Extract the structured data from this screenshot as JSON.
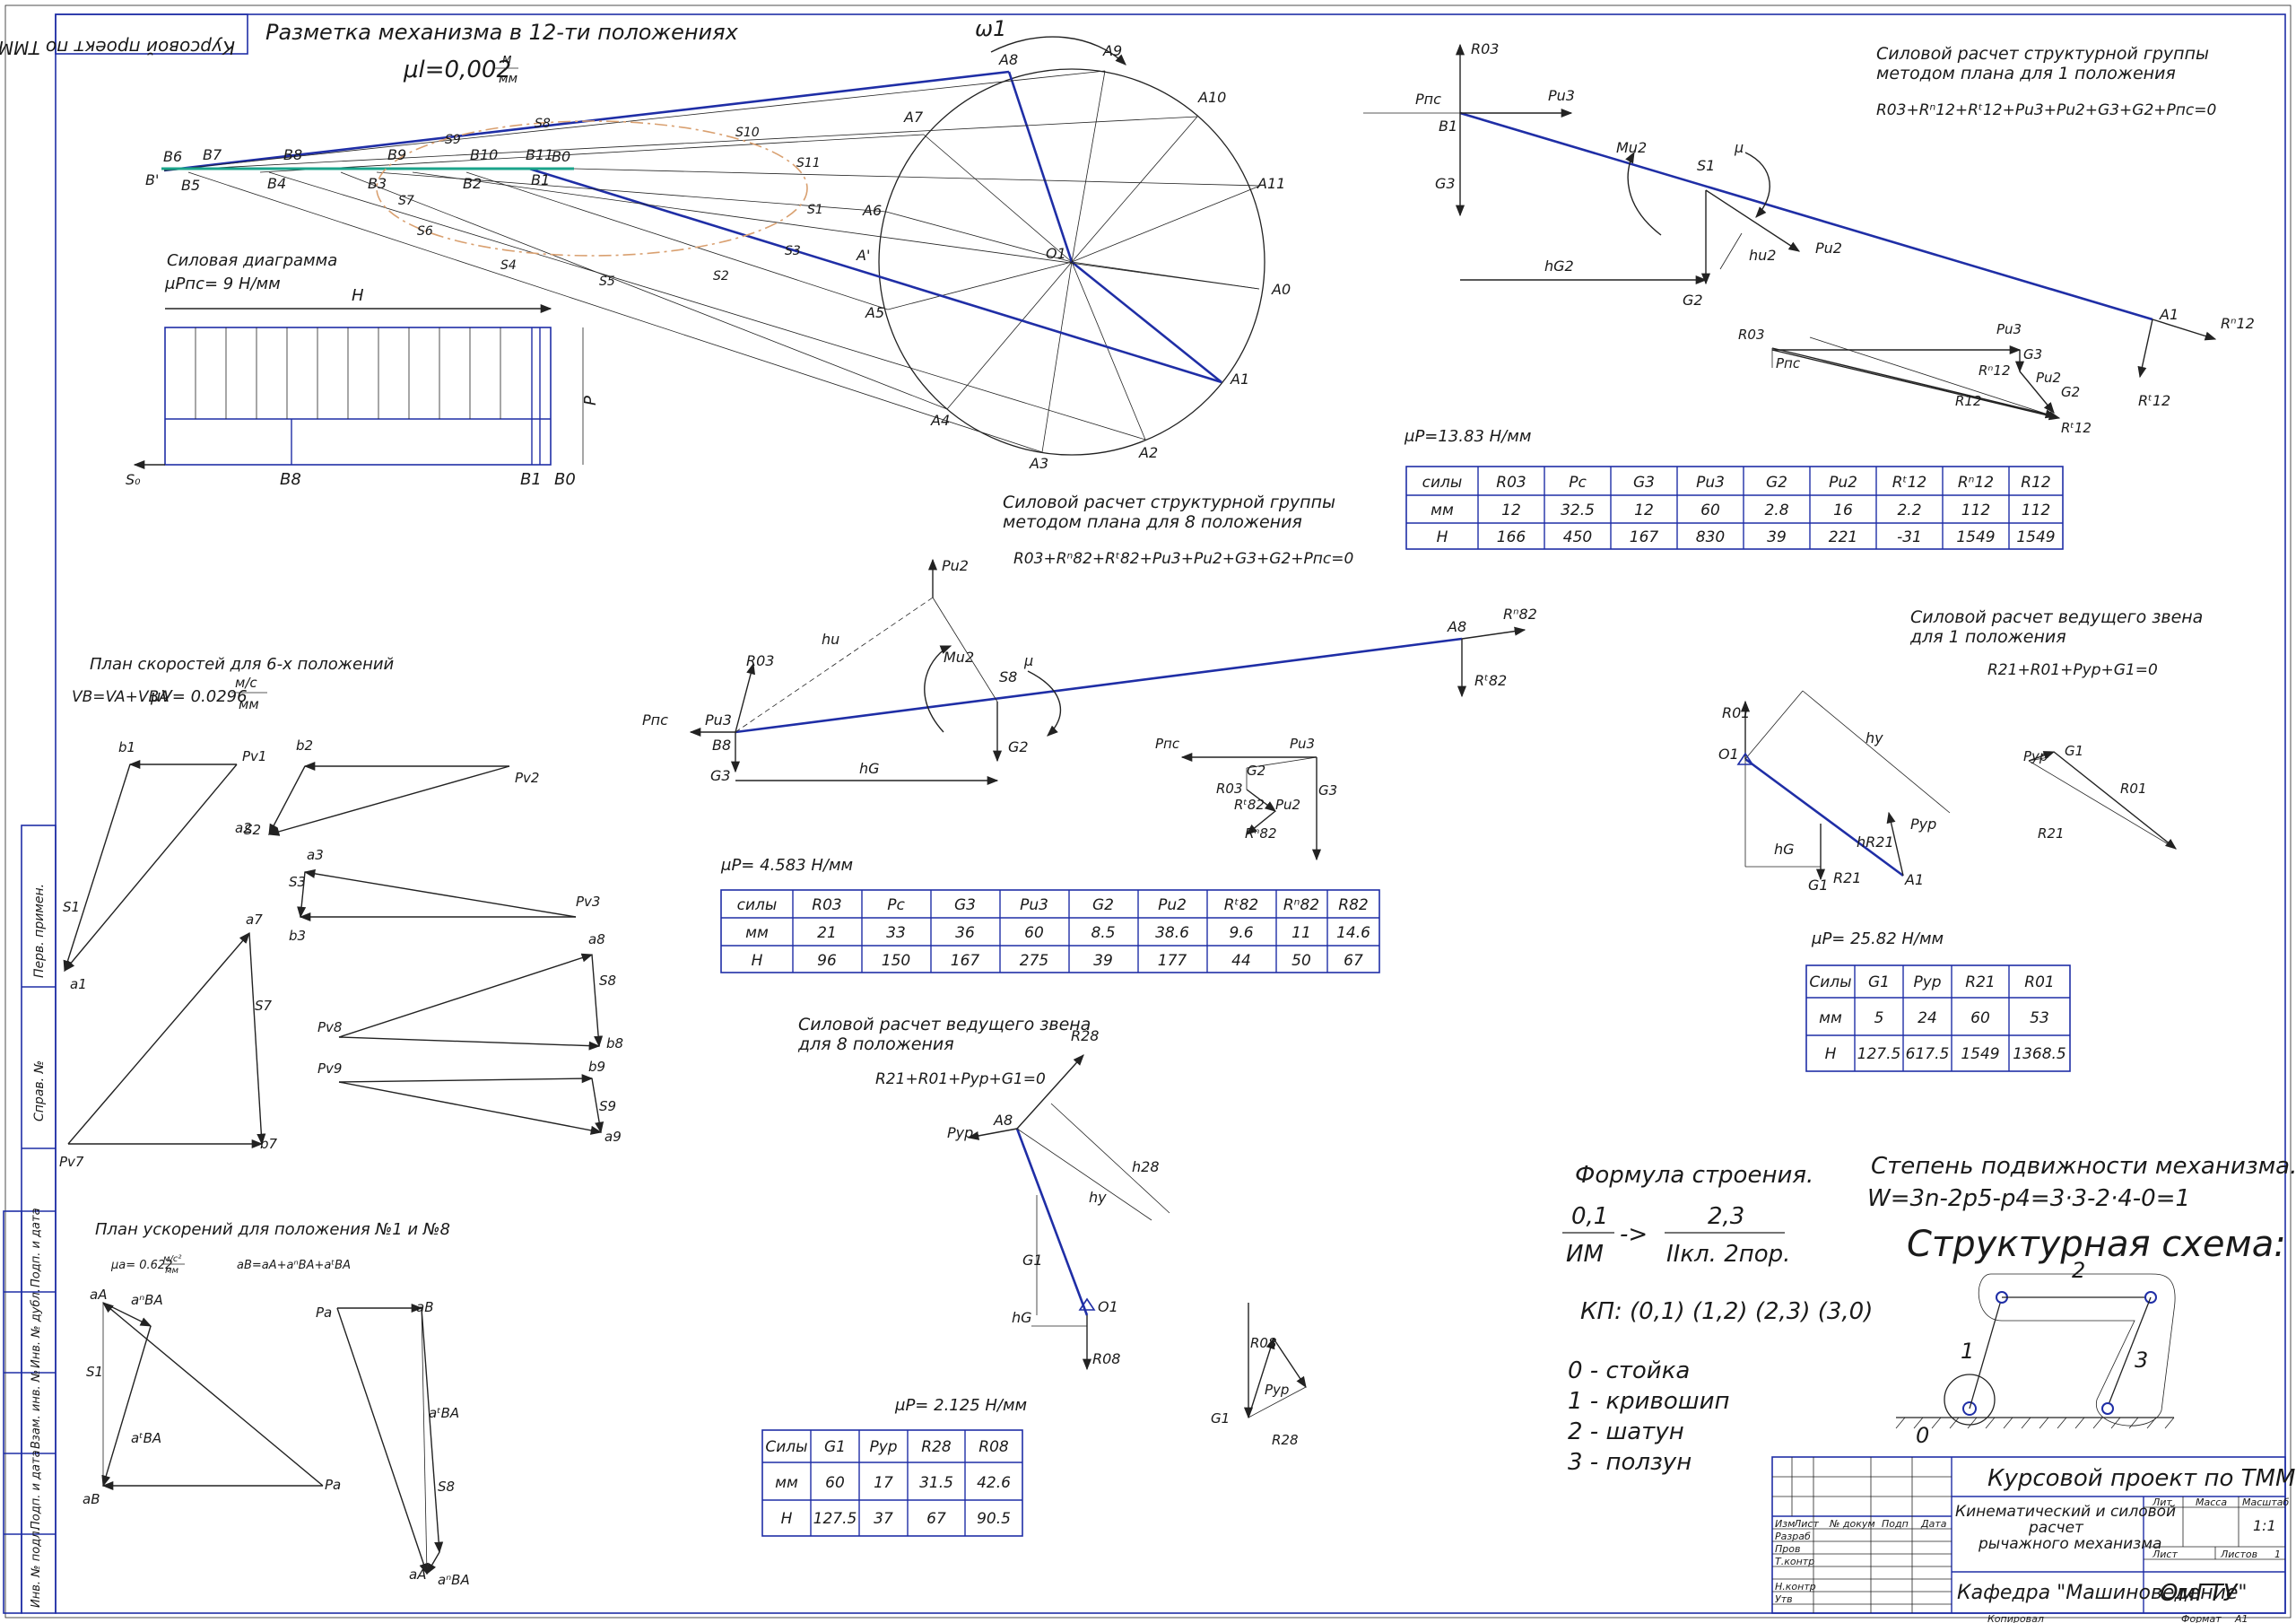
{
  "header": {
    "stamp": "Курсовой проект по ТММ",
    "layout_title": "Разметка механизма в 12-ти положениях",
    "layout_scale": "μl=0,002",
    "layout_scale_unit_num": "м",
    "layout_scale_unit_den": "мм",
    "omega_label": "ω1"
  },
  "mechanism": {
    "a_points": [
      "A0",
      "A1",
      "A2",
      "A3",
      "A4",
      "A5",
      "A6",
      "A7",
      "A8",
      "A9",
      "A10",
      "A11"
    ],
    "center": "O1",
    "a_prime": "A'",
    "b_points": [
      "B0",
      "B1",
      "B2",
      "B3",
      "B4",
      "B5",
      "B6",
      "B7",
      "B8",
      "B9",
      "B10",
      "B11",
      "B'"
    ],
    "s_points": [
      "S1",
      "S2",
      "S3",
      "S4",
      "S5",
      "S6",
      "S7",
      "S8",
      "S9",
      "S10",
      "S11"
    ]
  },
  "force_diagram": {
    "title": "Силовая диаграмма",
    "scale": "μPпс= 9 Н/мм",
    "h_label": "H",
    "p_label": "P",
    "s_label": "S₀",
    "ticks": [
      "B8",
      "B1",
      "B0"
    ]
  },
  "velocity_plan": {
    "title": "План скоростей для 6-х положений",
    "formula": "VB=VA+VBA",
    "scale": "μV= 0.0296",
    "scale_unit_num": "м/с",
    "scale_unit_den": "мм",
    "labels": [
      "b1",
      "Pv1",
      "b2",
      "Pv2",
      "S2",
      "a2",
      "a3",
      "S3",
      "Pv3",
      "b3",
      "a7",
      "S7",
      "b7",
      "Pv7",
      "a8",
      "S8",
      "b8",
      "Pv8",
      "b9",
      "Pv9",
      "S9",
      "a9",
      "S1",
      "a1"
    ]
  },
  "accel_plan": {
    "title": "План ускорений для положения №1 и №8",
    "scale": "μa= 0.622",
    "scale_unit_num": "м/с²",
    "scale_unit_den": "мм",
    "formula": "aB=aA+aⁿBA+aᵗBA",
    "labels": [
      "aA",
      "aⁿBA",
      "S1",
      "aᵗBA",
      "aB",
      "Pa",
      "Pa",
      "aB",
      "aᵗBA",
      "S8",
      "aA",
      "aⁿBA"
    ]
  },
  "group8": {
    "title_line1": "Силовой расчет структурной группы",
    "title_line2": "методом плана для 8 положения",
    "equation": "R03+Rⁿ82+Rᵗ82+Pu3+Pu2+G3+G2+Pпс=0",
    "labels": [
      "Pu2",
      "hu",
      "R03",
      "Mu2",
      "μ",
      "S8",
      "A8",
      "Rⁿ82",
      "Rᵗ82",
      "Pпс",
      "Pu3",
      "B8",
      "G3",
      "hG",
      "G2"
    ],
    "plan_labels": [
      "Pпс",
      "Pu3",
      "G2",
      "R03",
      "Rᵗ82",
      "Rⁿ82",
      "Pu2",
      "G3"
    ],
    "scale": "μP= 4.583 Н/мм"
  },
  "table8": {
    "headers": [
      "силы",
      "R03",
      "Pс",
      "G3",
      "Pu3",
      "G2",
      "Pu2",
      "Rᵗ82",
      "Rⁿ82",
      "R82"
    ],
    "rows": [
      [
        "мм",
        "21",
        "33",
        "36",
        "60",
        "8.5",
        "38.6",
        "9.6",
        "11",
        "14.6"
      ],
      [
        "Н",
        "96",
        "150",
        "167",
        "275",
        "39",
        "177",
        "44",
        "50",
        "67"
      ]
    ]
  },
  "lead8": {
    "title_line1": "Силовой расчет ведущего звена",
    "title_line2": "для 8 положения",
    "equation": "R21+R01+Pур+G1=0",
    "labels": [
      "R28",
      "Pур",
      "A8",
      "h28",
      "hy",
      "G1",
      "hG",
      "O1",
      "R08"
    ],
    "plan_labels": [
      "R08",
      "Pур",
      "G1",
      "R28"
    ],
    "scale": "μP= 2.125  Н/мм"
  },
  "table_lead8": {
    "headers": [
      "Силы",
      "G1",
      "Pур",
      "R28",
      "R08"
    ],
    "rows": [
      [
        "мм",
        "60",
        "17",
        "31.5",
        "42.6"
      ],
      [
        "Н",
        "127.5",
        "37",
        "67",
        "90.5"
      ]
    ]
  },
  "group1": {
    "title_line1": "Силовой расчет структурной группы",
    "title_line2": "методом плана для 1 положения",
    "equation": "R03+Rⁿ12+Rᵗ12+Pu3+Pu2+G3+G2+Pпс=0",
    "labels": [
      "R03",
      "Pпс",
      "Pu3",
      "B1",
      "G3",
      "Mu2",
      "μ",
      "S1",
      "hG2",
      "hu2",
      "Pu2",
      "G2",
      "A1",
      "Rⁿ12",
      "Rᵗ12"
    ],
    "plan_labels": [
      "R03",
      "Pпс",
      "Pu3",
      "Rⁿ12",
      "G3",
      "Pu2",
      "G2",
      "R12",
      "Rᵗ12"
    ],
    "scale": "μP=13.83 Н/мм"
  },
  "table1": {
    "headers": [
      "силы",
      "R03",
      "Pс",
      "G3",
      "Pu3",
      "G2",
      "Pu2",
      "Rᵗ12",
      "Rⁿ12",
      "R12"
    ],
    "rows": [
      [
        "мм",
        "12",
        "32.5",
        "12",
        "60",
        "2.8",
        "16",
        "2.2",
        "112",
        "112"
      ],
      [
        "Н",
        "166",
        "450",
        "167",
        "830",
        "39",
        "221",
        "-31",
        "1549",
        "1549"
      ]
    ]
  },
  "lead1": {
    "title_line1": "Силовой расчет ведущего звена",
    "title_line2": "для 1 положения",
    "equation": "R21+R01+Pур+G1=0",
    "labels": [
      "R01",
      "O1",
      "hy",
      "hG",
      "hR21",
      "Pур",
      "G1",
      "R21",
      "A1"
    ],
    "plan_labels": [
      "Pур",
      "G1",
      "R01",
      "R21"
    ],
    "scale": "μP= 25.82  Н/мм"
  },
  "table_lead1": {
    "headers": [
      "Силы",
      "G1",
      "Pур",
      "R21",
      "R01"
    ],
    "rows": [
      [
        "мм",
        "5",
        "24",
        "60",
        "53"
      ],
      [
        "Н",
        "127.5",
        "617.5",
        "1549",
        "1368.5"
      ]
    ]
  },
  "structure": {
    "formula_title": "Формула строения.",
    "left_num": "0,1",
    "left_den": "ИМ",
    "arrow": "->",
    "right_num": "2,3",
    "right_den": "IIкл. 2пор.",
    "kp": "КП: (0,1) (1,2) (2,3) (3,0)",
    "links": [
      "0 - стойка",
      "1 - кривошип",
      "2 - шатун",
      "3 - ползун"
    ],
    "mobility_title": "Степень подвижности механизма.",
    "mobility_formula": "W=3n-2p5-p4=3·3-2·4-0=1",
    "scheme_title": "Структурная схема:",
    "scheme_labels": [
      "2",
      "1",
      "3",
      "0"
    ]
  },
  "title_block": {
    "project": "Курсовой проект по ТММ",
    "subject_line1": "Кинематический и силовой",
    "subject_line2": "расчет",
    "subject_line3": "рычажного механизма",
    "department": "Кафедра \"Машиноведение\"",
    "university": "ОмГТУ",
    "columns": [
      "Изм",
      "Лист",
      "№ докум",
      "Подп",
      "Дата"
    ],
    "roles": [
      "Разраб",
      "Пров",
      "Т.контр",
      "Н.контр",
      "Утв"
    ],
    "lit": "Лит",
    "mass": "Масса",
    "scale_head": "Масштаб",
    "scale_val": "1:1",
    "sheet": "Лист",
    "sheets": "Листов",
    "sheets_val": "1",
    "copied": "Копировал",
    "format": "Формат",
    "format_val": "А1"
  },
  "side_strip": [
    "Перв. примен.",
    "Справ. №",
    "Подп. и дата",
    "Инв. № дубл.",
    "Взам. инв. №",
    "Подп. и дата",
    "Инв. № подл."
  ]
}
